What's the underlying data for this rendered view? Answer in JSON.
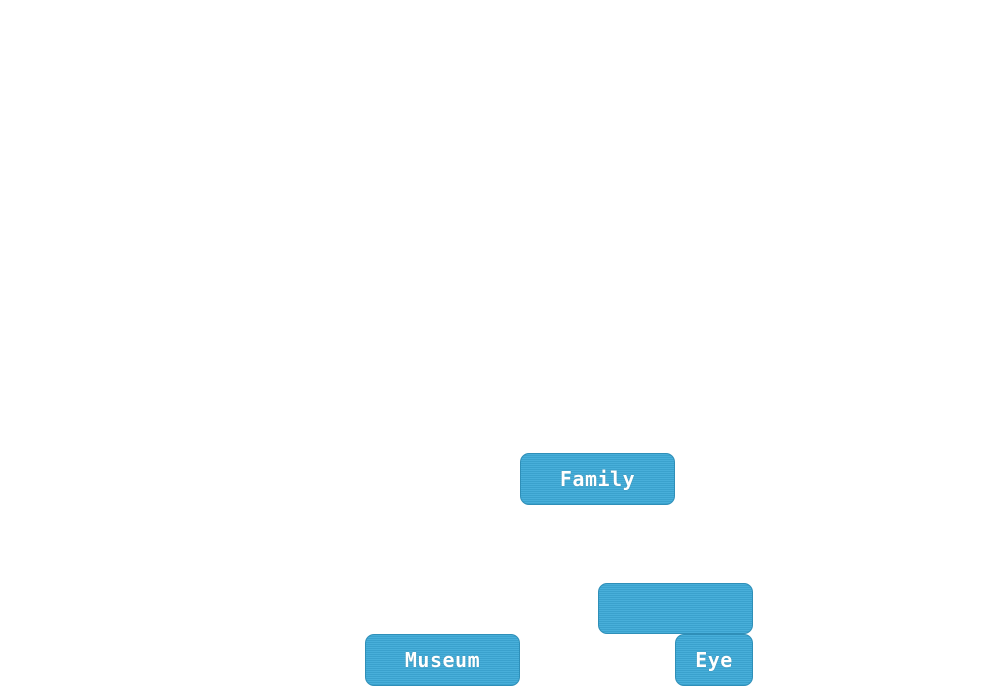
{
  "blocks": [
    {
      "id": "family",
      "label": "Family"
    },
    {
      "id": "blank",
      "label": ""
    },
    {
      "id": "museum",
      "label": "Museum"
    },
    {
      "id": "eye",
      "label": "Eye"
    }
  ],
  "colors": {
    "background": "#ffffff",
    "block_fill": "#3daad8",
    "block_border": "#2f8fb8",
    "block_text": "#ffffff"
  }
}
